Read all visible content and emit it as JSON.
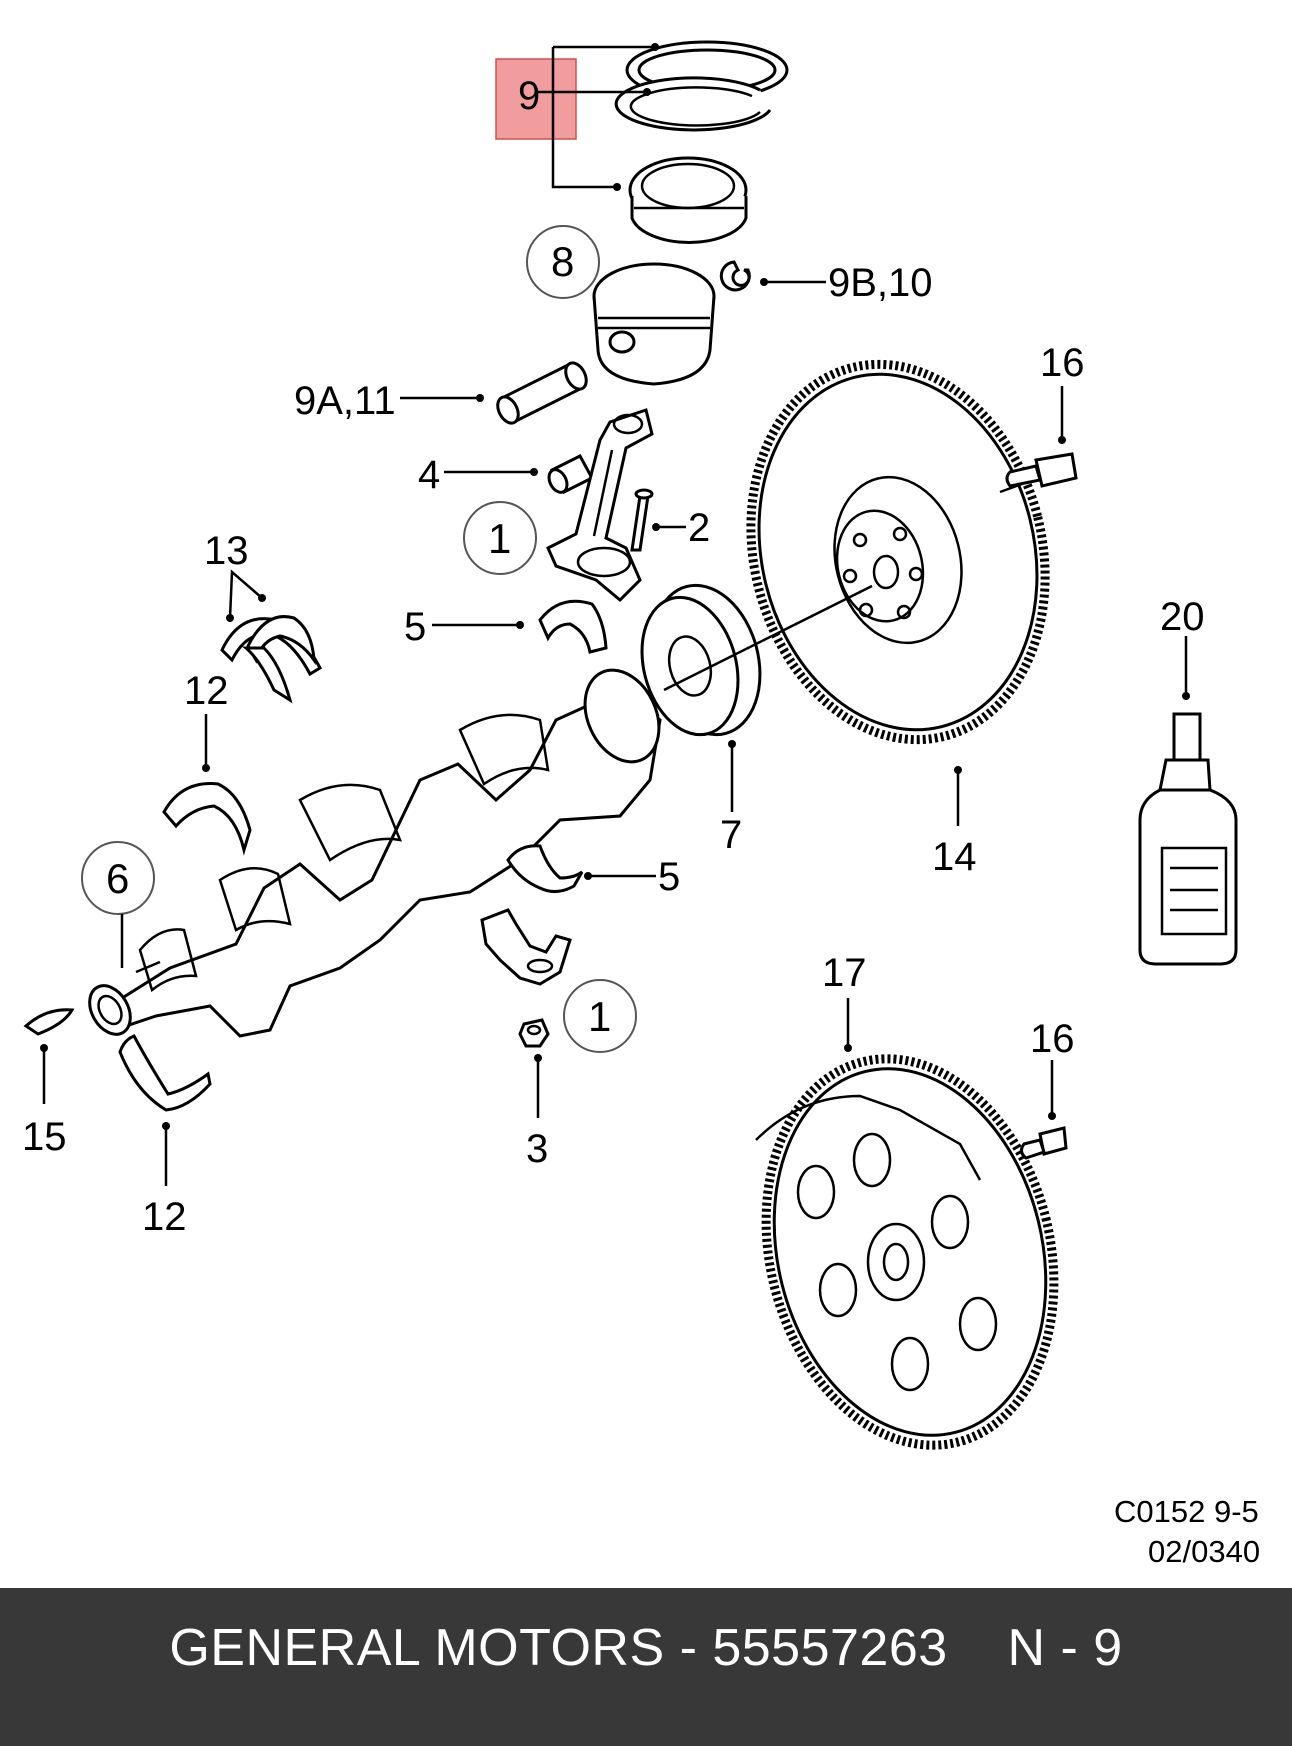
{
  "diagram": {
    "callouts": {
      "piston_rings": "9",
      "piston": "8",
      "snap_ring": "9B,10",
      "piston_pin": "9A,11",
      "bushing": "4",
      "connecting_rod_bolt": "2",
      "connecting_rod": "1",
      "upper_rod_bearing": "5",
      "lower_rod_bearing": "5",
      "thrust_bearing": "13",
      "main_bearing_upper": "12",
      "main_bearing_lower": "12",
      "crankshaft": "6",
      "key": "15",
      "rod_cap": "1",
      "rod_nut": "3",
      "reluctor_ring": "7",
      "flywheel": "14",
      "flywheel_bolt": "16",
      "flexplate": "17",
      "flexplate_bolt": "16",
      "sealant": "20"
    },
    "reference_code": "C0152 9-5",
    "reference_date": "02/0340",
    "highlight_color": "#f08c8c"
  },
  "footer": {
    "text": "GENERAL MOTORS - 55557263    N - 9"
  }
}
